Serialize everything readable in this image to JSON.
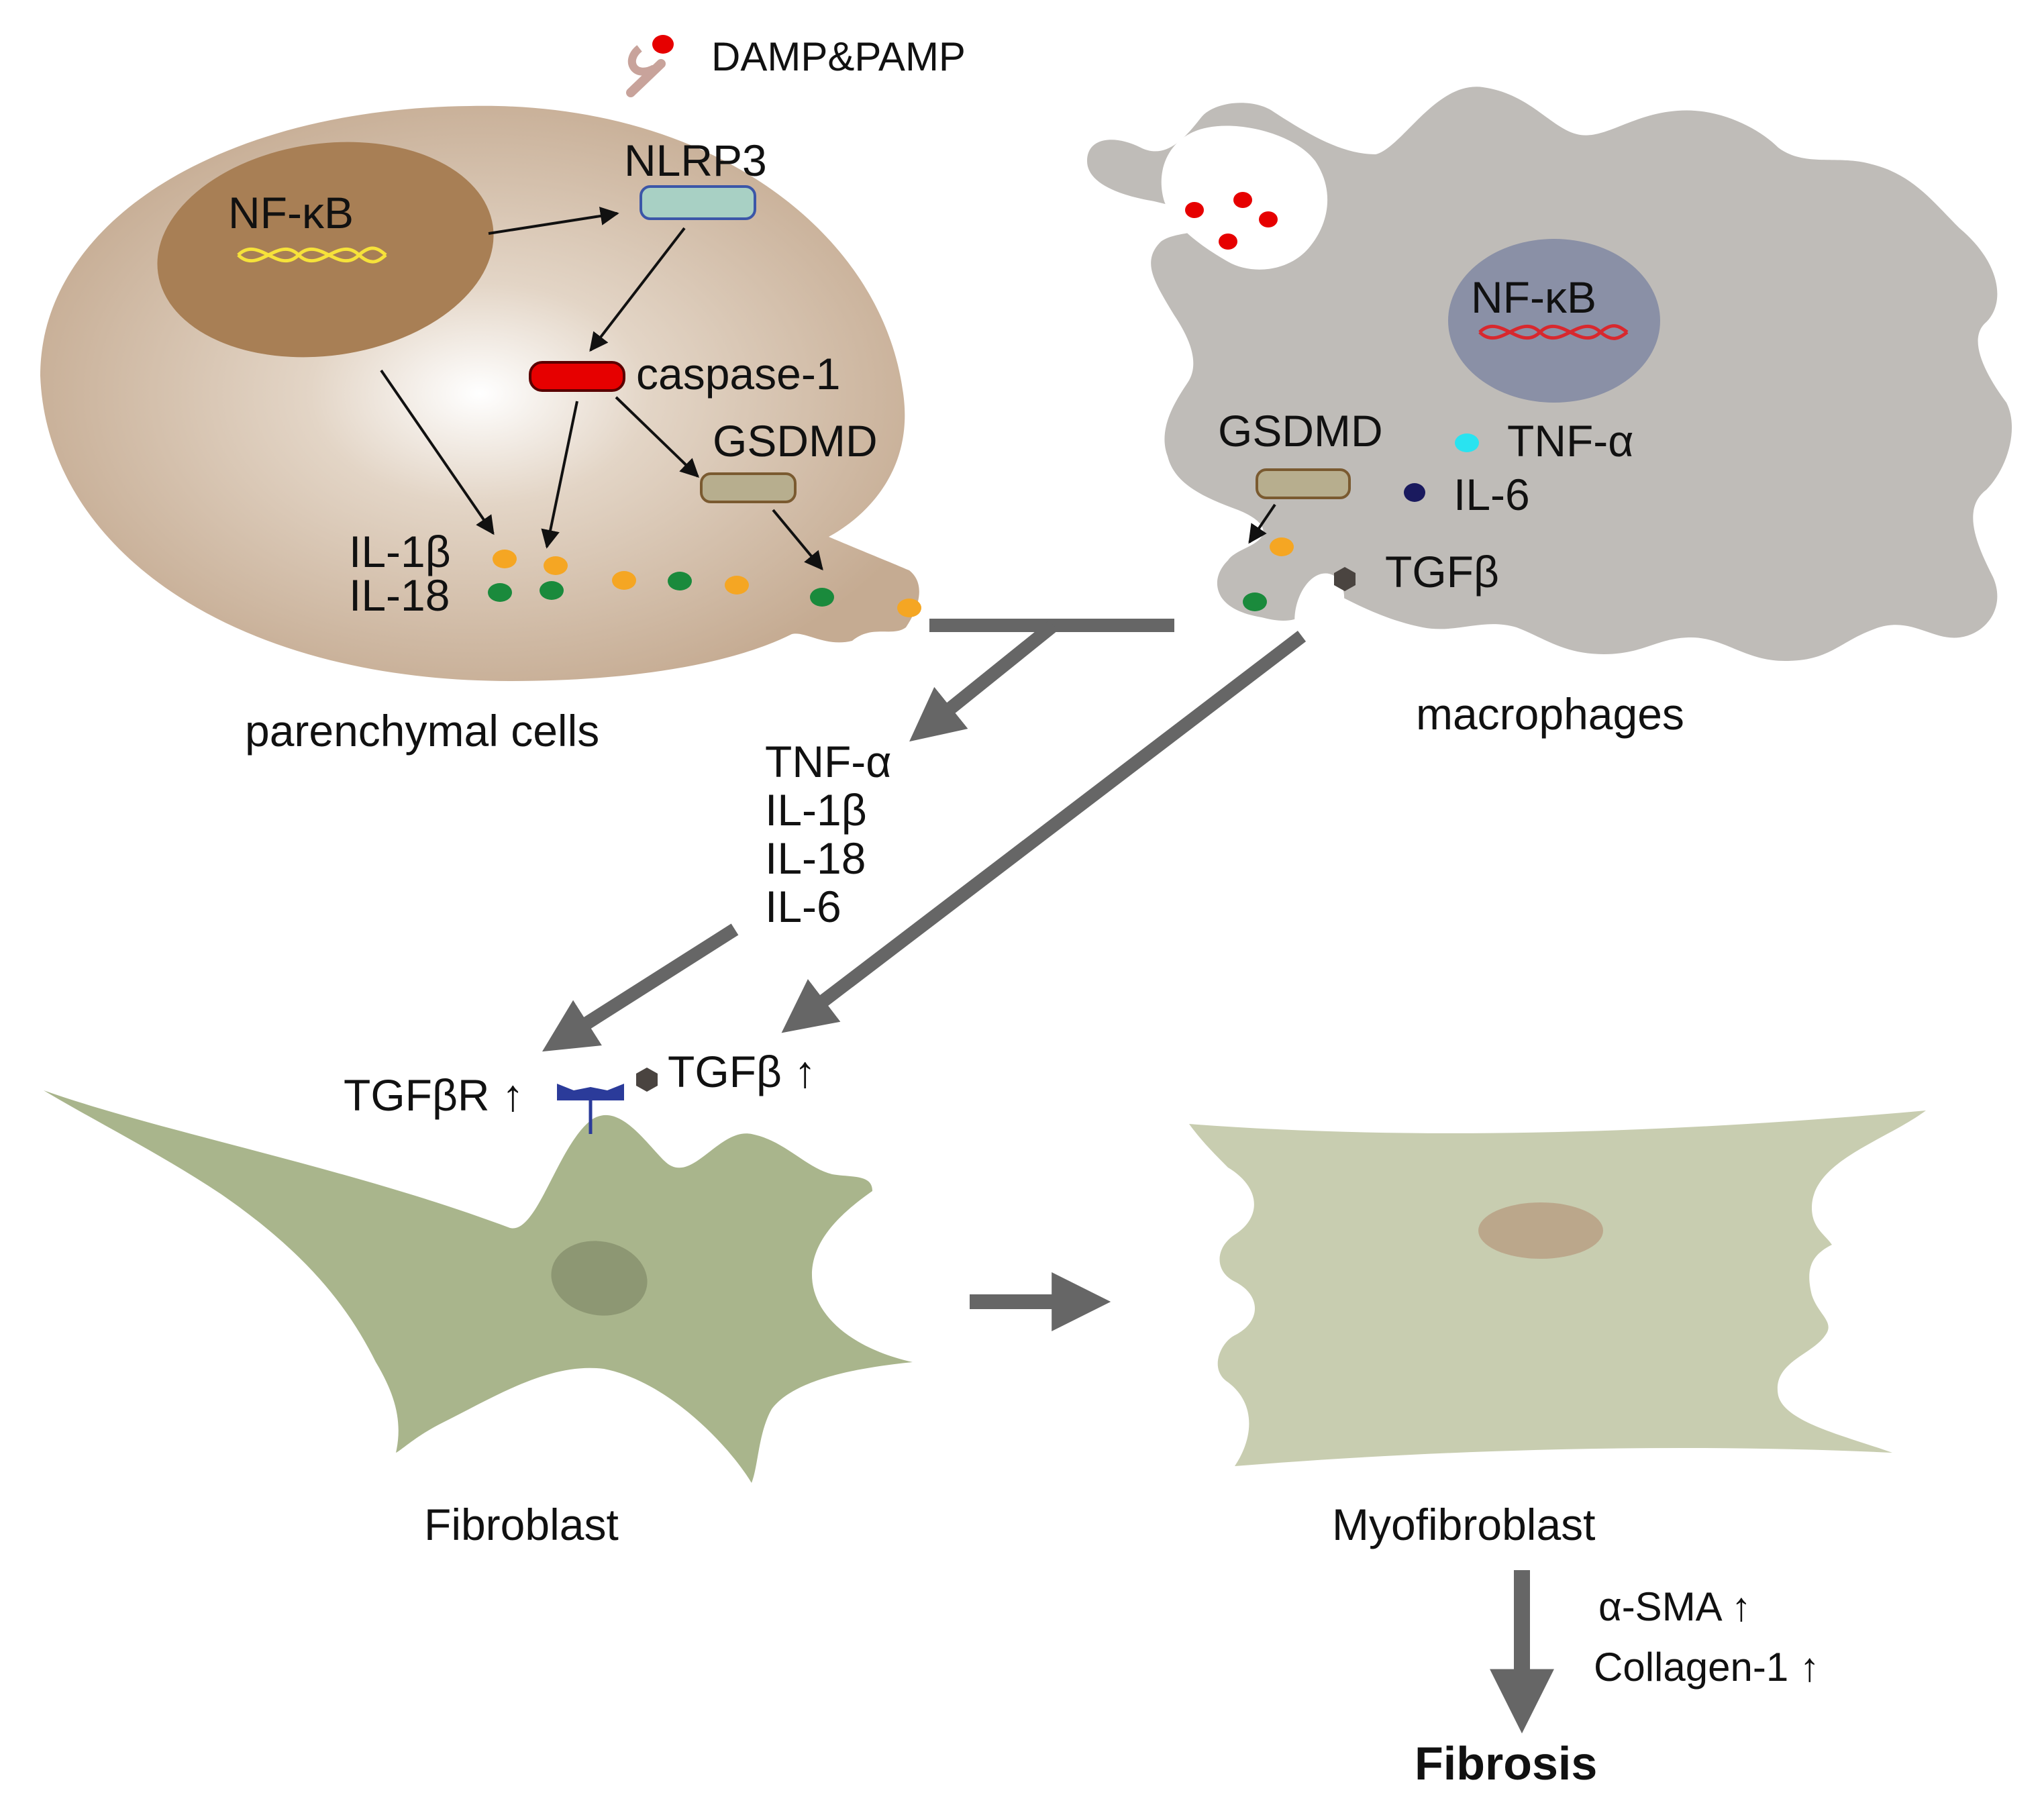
{
  "top": {
    "damp_label": "DAMP&PAMP"
  },
  "parenchymal": {
    "caption": "parenchymal cells",
    "nucleus_label": "NF-κB",
    "nlrp3_label": "NLRP3",
    "caspase_label": "caspase-1",
    "gsdmd_label": "GSDMD",
    "il1b_label": "IL-1β",
    "il18_label": "IL-18"
  },
  "macrophage": {
    "caption": "macrophages",
    "nucleus_label": "NF-κB",
    "gsdmd_label": "GSDMD",
    "tnfa_label": "TNF-α",
    "il6_label": "IL-6",
    "tgfb_label": "TGFβ"
  },
  "cytokines": {
    "items": [
      "TNF-α",
      "IL-1β",
      "IL-18",
      "IL-6"
    ]
  },
  "fibroblast": {
    "caption": "Fibroblast",
    "receptor_label": "TGFβR ↑",
    "tgfb_label": "TGFβ ↑"
  },
  "myofibroblast": {
    "caption": "Myofibroblast",
    "marker_1": "α-SMA ↑",
    "marker_2": "Collagen-1 ↑"
  },
  "outcome": {
    "label": "Fibrosis"
  },
  "colors": {
    "parenchymal_cell": "#c9b29b",
    "parenchymal_nucleus": "#a87f55",
    "macrophage": "#bfbcb8",
    "macrophage_nucleus": "#8a90a6",
    "fibroblast": "#a9b58c",
    "myofibroblast": "#c8cdb0",
    "caspase": "#e60000",
    "nlrp3": "#a8d0c4",
    "gsdmd": "#b7ae8e",
    "il1b_dot": "#f5a623",
    "il18_dot": "#1a8a3c",
    "tnfa_dot": "#29e3f0",
    "il6_dot": "#1a1a5e",
    "tgfb_hex": "#4a4440",
    "big_arrow": "#666666",
    "receptor": "#2b3b9a"
  },
  "icons": {
    "receptor": "y-receptor-icon",
    "ligand": "ligand-receptor-icon",
    "dna": "dna-helix-icon"
  }
}
